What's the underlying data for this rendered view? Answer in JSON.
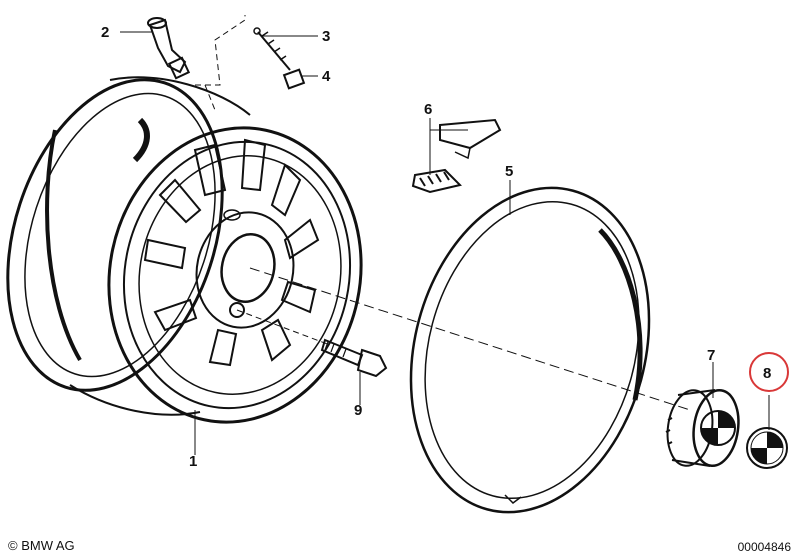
{
  "parts": [
    {
      "id": "1",
      "label": "1"
    },
    {
      "id": "2",
      "label": "2"
    },
    {
      "id": "3",
      "label": "3"
    },
    {
      "id": "4",
      "label": "4"
    },
    {
      "id": "5",
      "label": "5"
    },
    {
      "id": "6",
      "label": "6"
    },
    {
      "id": "7",
      "label": "7"
    },
    {
      "id": "8",
      "label": "8",
      "highlighted": true
    }
  ],
  "extra_labels": [
    {
      "id": "9",
      "label": "9"
    }
  ],
  "highlight_color": "#d93838",
  "footer": {
    "copyright": "© BMW AG",
    "diagram_number": "00004846"
  }
}
